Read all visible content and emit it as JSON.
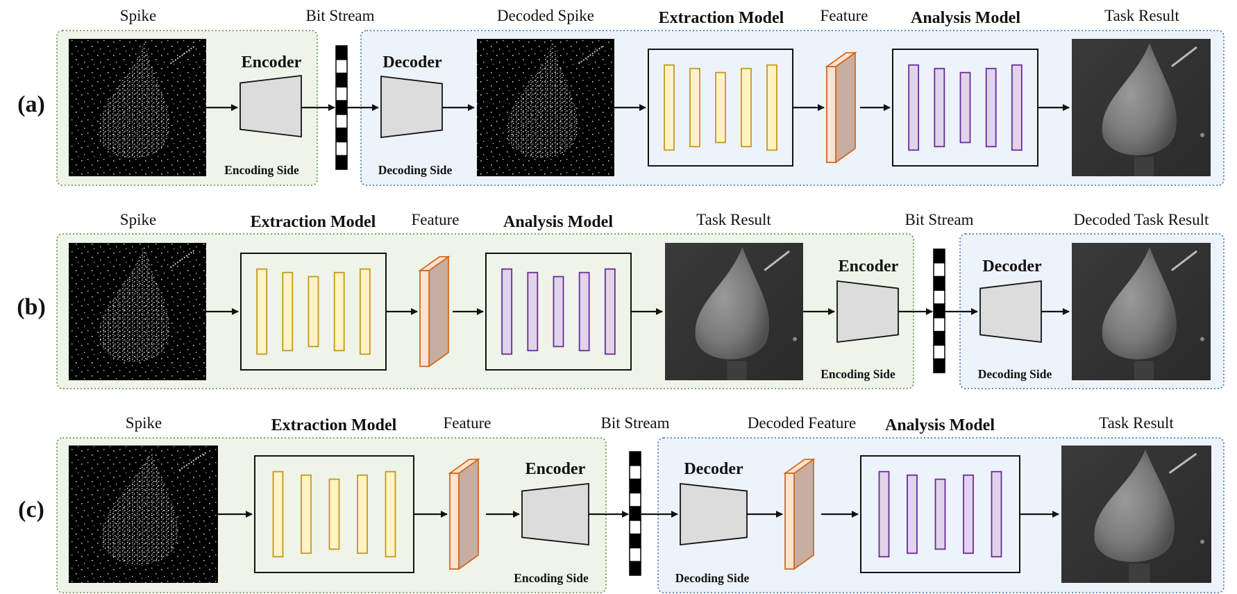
{
  "rows": [
    {
      "row_label": "(a)",
      "labels": {
        "spike": "Spike",
        "bit_stream": "Bit Stream",
        "decoded_spike": "Decoded Spike",
        "extraction_model": "Extraction Model",
        "feature": "Feature",
        "analysis_model": "Analysis Model",
        "task_result": "Task Result"
      },
      "blocks": {
        "encoder": "Encoder",
        "decoder": "Decoder"
      },
      "regions": {
        "encoding": "Encoding Side",
        "decoding": "Decoding Side"
      }
    },
    {
      "row_label": "(b)",
      "labels": {
        "spike": "Spike",
        "extraction_model": "Extraction Model",
        "feature": "Feature",
        "analysis_model": "Analysis Model",
        "task_result": "Task Result",
        "bit_stream": "Bit Stream",
        "decoded_task_result": "Decoded Task Result"
      },
      "blocks": {
        "encoder": "Encoder",
        "decoder": "Decoder"
      },
      "regions": {
        "encoding": "Encoding Side",
        "decoding": "Decoding Side"
      }
    },
    {
      "row_label": "(c)",
      "labels": {
        "spike": "Spike",
        "extraction_model": "Extraction Model",
        "feature": "Feature",
        "bit_stream": "Bit Stream",
        "decoded_feature": "Decoded Feature",
        "analysis_model": "Analysis Model",
        "task_result": "Task Result"
      },
      "blocks": {
        "encoder": "Encoder",
        "decoder": "Decoder"
      },
      "regions": {
        "encoding": "Encoding Side",
        "decoding": "Decoding Side"
      }
    }
  ],
  "colors": {
    "encoding_region_fill": "#eef4e8",
    "encoding_region_stroke": "#5a8a3a",
    "encoding_text": "#5a8a2a",
    "decoding_region_fill": "#edf3fa",
    "decoding_region_stroke": "#2e6fb0",
    "decoding_text": "#2e6fb0",
    "extraction_bar_fill": "#fdf3c4",
    "extraction_bar_stroke": "#c8961e",
    "analysis_bar_fill": "#e0d4ea",
    "analysis_bar_stroke": "#6a2a9a",
    "feature_front": "#fde2d2",
    "feature_side": "#c7aea0",
    "feature_stroke": "#d2691e",
    "codec_fill": "#dcdcdc"
  },
  "images": {
    "spike": "spike-image",
    "task_result": "grayscale-balloon-droplet-image"
  }
}
